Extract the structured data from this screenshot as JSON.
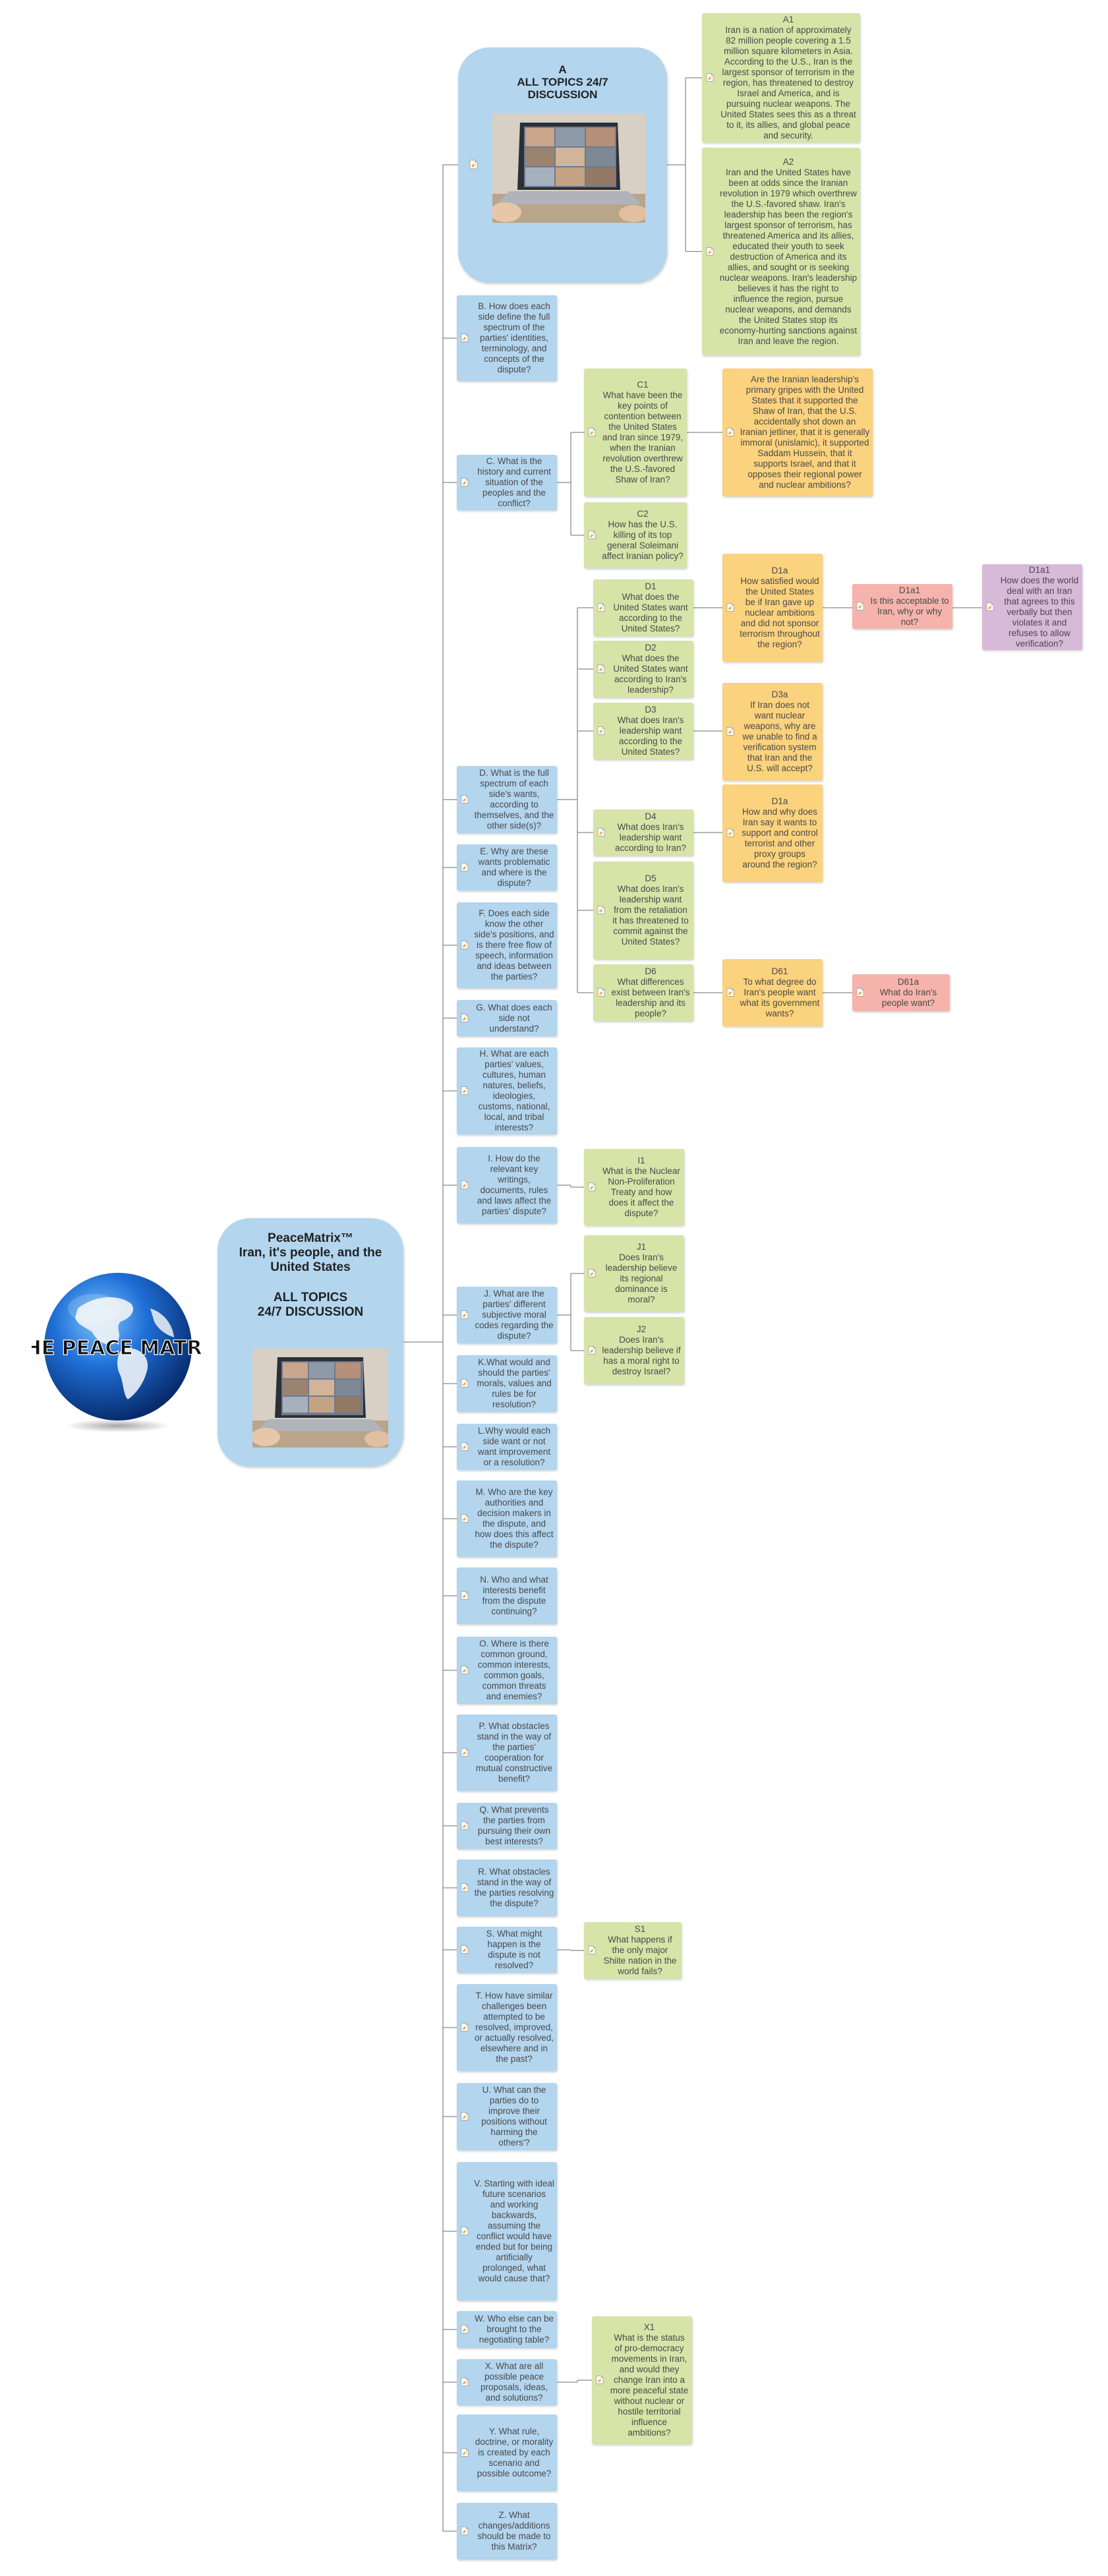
{
  "root": {
    "title_lines": [
      "PeaceMatrix™",
      "Iran, it's people, and the",
      "United States"
    ],
    "subtitle_lines": [
      "ALL TOPICS",
      "24/7 DISCUSSION"
    ]
  },
  "logo_text": "THE PEACE MATRIX",
  "topic_a": {
    "title_lines": [
      "A",
      "ALL TOPICS 24/7",
      "DISCUSSION"
    ]
  },
  "nodes": {
    "A1": {
      "id": "A1",
      "text": "Iran is a nation of approximately 82 million people covering a 1.5 million square kilometers in Asia. According to the U.S., Iran is the largest sponsor of terrorism in the region, has threatened to destroy Israel and America, and is pursuing nuclear weapons. The United States sees this as a threat to it, its allies, and global peace and security."
    },
    "A2": {
      "id": "A2",
      "text": "Iran and the United States have been at odds since the Iranian revolution in 1979 which overthrew the U.S.-favored shaw. Iran's leadership has been the region's largest sponsor of terrorism, has threatened America and its allies, educated their youth to seek destruction of America and its allies, and sought or is seeking nuclear weapons. Iran's leadership believes it has the right to influence the region, pursue nuclear weapons, and demands the United States stop its economy-hurting sanctions against Iran and leave the region."
    },
    "B": {
      "text": "B. How does each side define the full spectrum of the parties' identities, terminology, and concepts of the dispute?"
    },
    "C": {
      "text": "C. What is the history and current situation of the peoples and the conflict?"
    },
    "C1": {
      "id": "C1",
      "text": "What have been the key points of contention between the United States and Iran since 1979, when the Iranian revolution overthrew the U.S.-favored Shaw of Iran?"
    },
    "C1a": {
      "text": "Are the Iranian leadership's primary gripes with the United States that it supported the Shaw of Iran, that the U.S. accidentally shot down an Iranian jetliner, that it is generally immoral (unislamic), it supported Saddam Hussein, that it supports Israel, and that it opposes their regional power and nuclear ambitions?"
    },
    "C2": {
      "id": "C2",
      "text": "How has the U.S. killing of its top general Soleimani affect Iranian policy?"
    },
    "D": {
      "text": "D. What is the full spectrum of each side's wants, according to themselves, and the other side(s)?"
    },
    "D1": {
      "id": "D1",
      "text": "What does the United States want according to the United States?"
    },
    "D1a": {
      "id": "D1a",
      "text": "How satisfied would the United States be if Iran gave up nuclear ambitions and did not sponsor terrorism throughout the region?"
    },
    "D1a1": {
      "id": "D1a1",
      "text": "Is this acceptable to Iran, why or why not?"
    },
    "D1a1a": {
      "id": "D1a1",
      "text": "How does the world deal with an Iran that agrees to this verbally but then violates it and refuses to allow verification?"
    },
    "D2": {
      "id": "D2",
      "text": "What does the United States want according to Iran's leadership?"
    },
    "D3": {
      "id": "D3",
      "text": "What does Iran's leadership want according to the United States?"
    },
    "D3a": {
      "id": "D3a",
      "text": "If Iran does not want nuclear weapons, why are we unable to find a verification system that Iran and the U.S. will accept?"
    },
    "D4": {
      "id": "D4",
      "text": "What does Iran's leadership want according to Iran?"
    },
    "D4a": {
      "id": "D1a",
      "text": "How and why does Iran say it wants to support and control terrorist and other proxy groups around the region?"
    },
    "D5": {
      "id": "D5",
      "text": "What does Iran's leadership want from the retaliation it has threatened to commit against the United States?"
    },
    "D6": {
      "id": "D6",
      "text": "What differences exist between Iran's leadership and its people?"
    },
    "D61": {
      "id": "D61",
      "text": "To what degree do Iran's people want what its government wants?"
    },
    "D61a": {
      "id": "D61a",
      "text": "What do Iran's people want?"
    },
    "E": {
      "text": "E. Why are these wants problematic and where is the dispute?"
    },
    "F": {
      "text": "F. Does each side know the other side's positions, and is there free flow of speech, information and ideas between the parties?"
    },
    "G": {
      "text": "G. What does each side not understand?"
    },
    "H": {
      "text": "H. What are each parties' values, cultures, human natures, beliefs, ideologies, customs, national, local, and tribal interests?"
    },
    "I": {
      "text": "I. How do the relevant key writings, documents, rules and laws affect the parties' dispute?"
    },
    "I1": {
      "id": "I1",
      "text": "What is the Nuclear Non-Proliferation Treaty and how does it affect the dispute?"
    },
    "J": {
      "text": "J. What are the parties' different subjective moral codes regarding the dispute?"
    },
    "J1": {
      "id": "J1",
      "text": "Does Iran's leadership believe its regional dominance is moral?"
    },
    "J2": {
      "id": "J2",
      "text": "Does Iran's leadership believe if has a moral right to destroy Israel?"
    },
    "K": {
      "text": "K.What would and should the parties' morals, values and rules be for resolution?"
    },
    "L": {
      "text": "L.Why would each side want or not want improvement or a resolution?"
    },
    "M": {
      "text": "M. Who are the key authorities and decision makers in the dispute, and how does this affect the dispute?"
    },
    "N": {
      "text": "N. Who and what interests benefit from the dispute continuing?"
    },
    "O": {
      "text": "O. Where is there common ground, common interests, common goals, common threats and enemies?"
    },
    "P": {
      "text": "P. What obstacles stand in the way of the parties' cooperation for mutual constructive benefit?"
    },
    "Q": {
      "text": "Q. What prevents the parties from pursuing their own best interests?"
    },
    "R": {
      "text": "R. What obstacles stand in the way of the parties resolving the dispute?"
    },
    "S": {
      "text": "S. What might happen is the dispute is not resolved?"
    },
    "S1": {
      "id": "S1",
      "text": "What happens if the only major Shiite nation in the world fails?"
    },
    "T": {
      "text": "T. How have similar challenges been attempted to be resolved, improved, or actually resolved, elsewhere and in the past?"
    },
    "U": {
      "text": "U. What can the parties do to improve their positions without harming the others'?"
    },
    "V": {
      "text": "V. Starting with ideal future scenarios and working backwards, assuming the conflict would have ended but for being artificially prolonged, what would cause that?"
    },
    "W": {
      "text": "W. Who else can be brought to the negotiating table?"
    },
    "X": {
      "text": "X. What are all possible peace proposals, ideas, and solutions?"
    },
    "X1": {
      "id": "X1",
      "text": "What is the status of pro-democracy movements in Iran, and would they change Iran into a more peaceful state without nuclear or hostile territorial influence ambitions?"
    },
    "Y": {
      "text": "Y. What rule, doctrine, or morality is created by each scenario and possible outcome?"
    },
    "Z": {
      "text": "Z. What changes/additions should be made to this Matrix?"
    }
  },
  "colors": {
    "level1": "#b3d5ee",
    "level2": "#d6e4a8",
    "level3": "#fbd27d",
    "level4": "#f6b3ac",
    "level5": "#d7b9d8",
    "connector": "#8a8a8a"
  }
}
